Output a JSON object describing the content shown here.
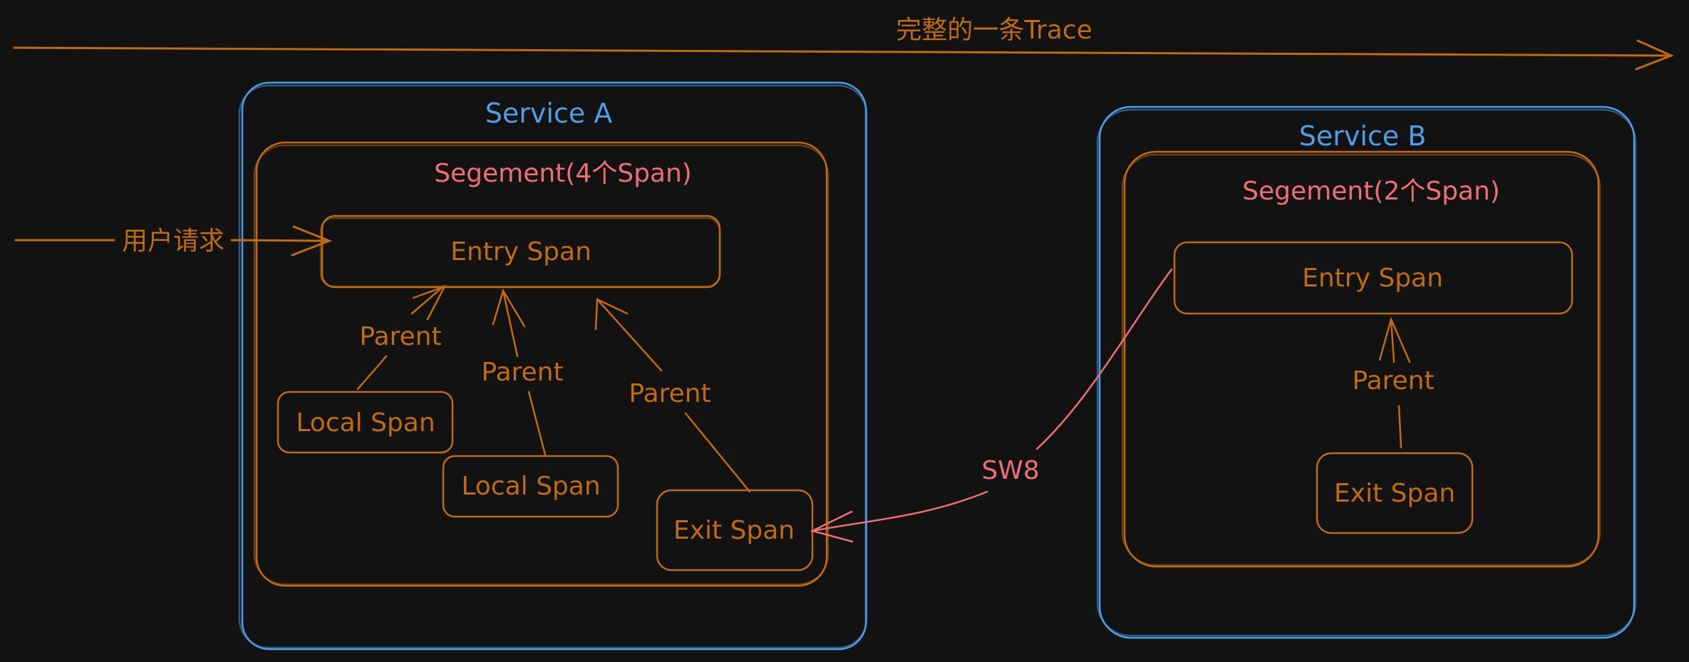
{
  "trace": {
    "label": "完整的一条Trace"
  },
  "user_request": {
    "label": "用户请求"
  },
  "service_a": {
    "title": "Service A",
    "segment": "Segement(4个Span)",
    "entry": "Entry Span",
    "local1": "Local Span",
    "local2": "Local Span",
    "exit": "Exit Span",
    "parent1": "Parent",
    "parent2": "Parent",
    "parent3": "Parent"
  },
  "service_b": {
    "title": "Service B",
    "segment": "Segement(2个Span)",
    "entry": "Entry Span",
    "exit": "Exit Span",
    "parent": "Parent"
  },
  "sw8": {
    "label": "SW8"
  },
  "colors": {
    "background": "#121212",
    "orange": "#c06a17",
    "blue": "#4f9de8",
    "pink": "#f06e76"
  }
}
